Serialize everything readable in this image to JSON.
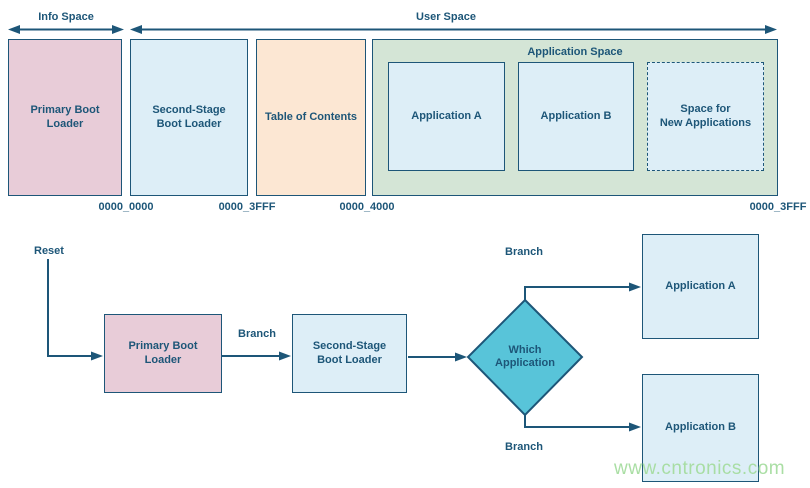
{
  "colors": {
    "ink": "#1d5678",
    "pink_fill": "#e8ccd8",
    "light_blue_fill": "#ddeef7",
    "orange_fill": "#fce7d3",
    "green_fill": "#d4e5d6",
    "teal_fill": "#58c4d9",
    "watermark_green": "#a6dda0"
  },
  "memory_map": {
    "info_space_label": "Info Space",
    "user_space_label": "User Space",
    "application_space_label": "Application Space",
    "blocks": {
      "primary": {
        "lines": [
          "Primary Boot",
          "Loader"
        ]
      },
      "second_stage": {
        "lines": [
          "Second-Stage",
          "Boot Loader"
        ]
      },
      "toc": {
        "label": "Table of Contents"
      },
      "app_a": {
        "label": "Application A"
      },
      "app_b": {
        "label": "Application B"
      },
      "space_new": {
        "lines": [
          "Space for",
          "New Applications"
        ]
      }
    },
    "addresses": [
      "0000_0000",
      "0000_3FFF",
      "0000_4000",
      "0000_3FFF"
    ]
  },
  "flowchart": {
    "reset_label": "Reset",
    "branch_labels": [
      "Branch",
      "Branch",
      "Branch"
    ],
    "primary": {
      "lines": [
        "Primary Boot",
        "Loader"
      ]
    },
    "second_stage": {
      "lines": [
        "Second-Stage",
        "Boot Loader"
      ]
    },
    "decision": {
      "lines": [
        "Which",
        "Application"
      ]
    },
    "app_a": {
      "label": "Application A"
    },
    "app_b": {
      "label": "Application B"
    }
  },
  "watermark": "www.cntronics.com"
}
